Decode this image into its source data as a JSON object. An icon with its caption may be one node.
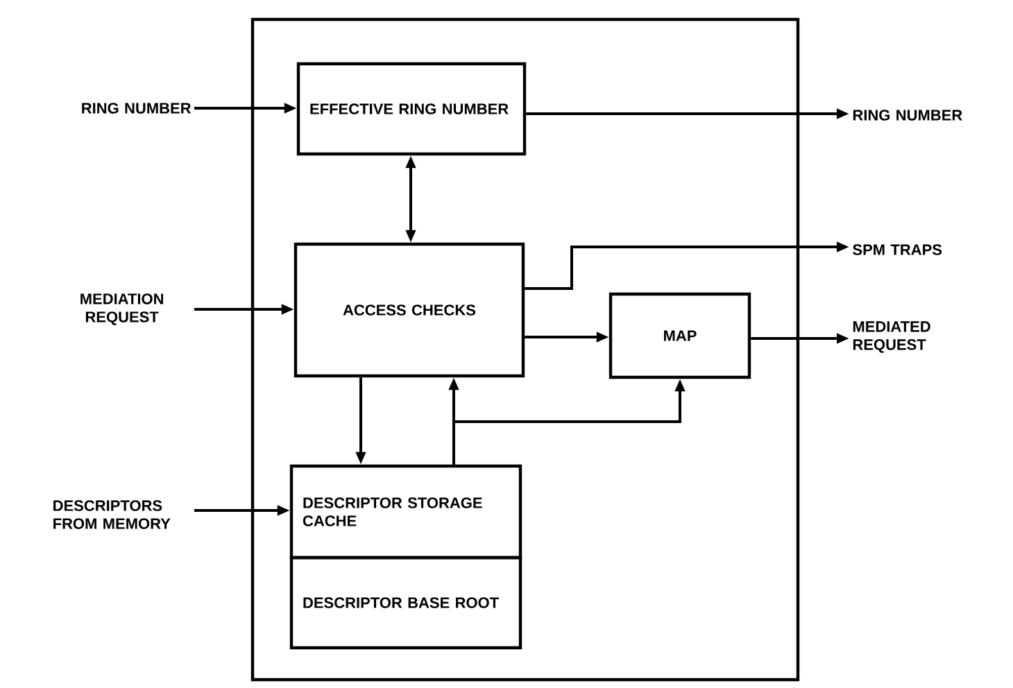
{
  "diagram": {
    "nodes": [
      {
        "text": [],
        "shape": "box"
      },
      {
        "text": [
          "EFFECTIVE RING NUMBER"
        ],
        "in": 0
      },
      {
        "text": [
          "ACCESS CHECKS"
        ],
        "in": 0
      },
      {
        "text": [
          "MAP"
        ],
        "in": 0
      },
      {
        "text": [
          "DESCRIPTOR STORAGE CACHE"
        ],
        "in": 0
      },
      {
        "text": [
          "DESCRIPTOR BASE ROOT"
        ],
        "in": 0
      },
      {
        "text": [
          "RING NUMBER"
        ]
      },
      {
        "text": [
          "MEDIATION REQUEST"
        ]
      },
      {
        "text": [
          "DESCRIPTORS FROM MEMORY"
        ]
      },
      {
        "text": [
          "RING NUMBER"
        ]
      },
      {
        "text": [
          "SPM TRAPS"
        ]
      },
      {
        "text": [
          "MEDIATED REQUEST"
        ]
      }
    ],
    "edges": [
      {
        "from": 6,
        "to": 1,
        "arrow": "to"
      },
      {
        "from": 1,
        "to": 9,
        "arrow": "to"
      },
      {
        "from": 1,
        "to": 2,
        "arrow": "both"
      },
      {
        "from": 7,
        "to": 2,
        "arrow": "to"
      },
      {
        "from": 2,
        "to": 10,
        "arrow": "to"
      },
      {
        "from": 2,
        "to": 3,
        "arrow": "to"
      },
      {
        "from": 3,
        "to": 11,
        "arrow": "to"
      },
      {
        "from": 2,
        "to": 4,
        "arrow": "to"
      },
      {
        "from": 4,
        "to": 2,
        "arrow": "to"
      },
      {
        "from": 4,
        "to": 3,
        "arrow": "to"
      },
      {
        "from": 8,
        "to": 4,
        "arrow": "to"
      }
    ]
  }
}
